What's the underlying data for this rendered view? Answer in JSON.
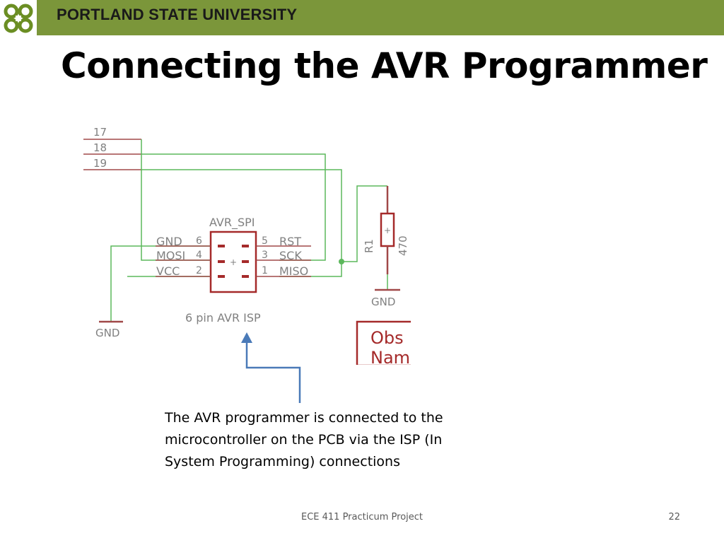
{
  "header": {
    "university": "PORTLAND STATE UNIVERSITY"
  },
  "slide": {
    "title": "Connecting the AVR Programmer",
    "caption_lines": [
      "The AVR programmer is connected to the",
      "microcontroller on the PCB via the ISP (In",
      "System Programming) connections"
    ]
  },
  "schematic": {
    "net_numbers": [
      "17",
      "18",
      "19"
    ],
    "part_name": "AVR_SPI",
    "part_value": "6 pin AVR ISP",
    "left_pins": [
      {
        "name": "GND",
        "number": "6"
      },
      {
        "name": "MOSI",
        "number": "4"
      },
      {
        "name": "VCC",
        "number": "2"
      }
    ],
    "right_pins": [
      {
        "name": "RST",
        "number": "5"
      },
      {
        "name": "SCK",
        "number": "3"
      },
      {
        "name": "MISO",
        "number": "1"
      }
    ],
    "resistor_name": "R1",
    "resistor_value": "470",
    "ground_label": "GND",
    "ground_label_2": "GND",
    "frame_text_line1": "Obs",
    "frame_text_line2": "Nam"
  },
  "footer": {
    "course": "ECE 411 Practicum Project",
    "page": "22"
  },
  "colors": {
    "header_band": "#7b963a",
    "wire": "#5cb85c",
    "part": "#a52a2a",
    "arrow": "#4a7ab8"
  }
}
